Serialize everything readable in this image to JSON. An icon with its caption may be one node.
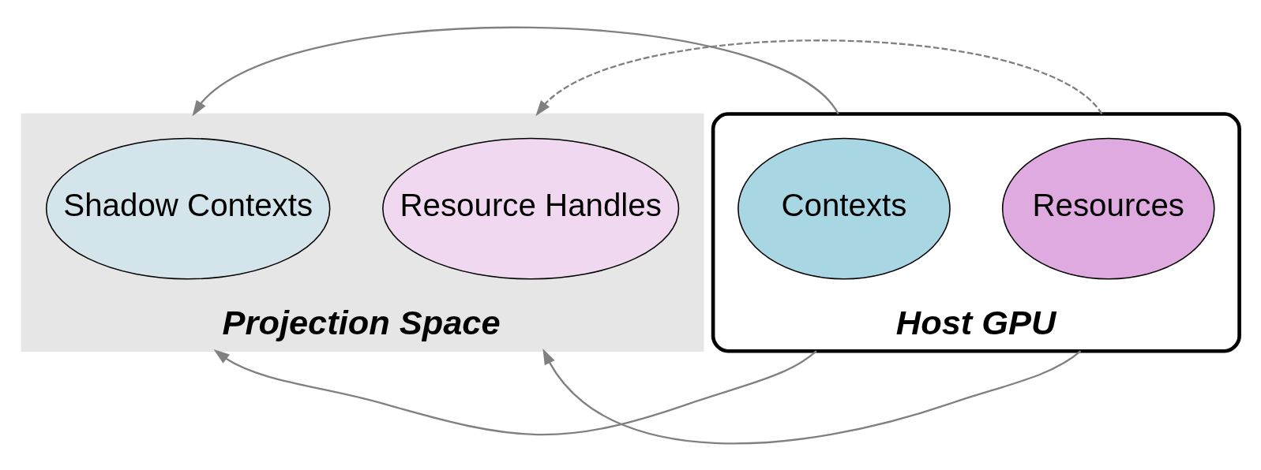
{
  "diagram": {
    "nodes": [
      {
        "text": [
          "Projection Space"
        ]
      },
      {
        "text": [
          "Shadow Contexts"
        ],
        "in": 0
      },
      {
        "text": [
          "Resource Handles"
        ],
        "in": 0
      },
      {
        "text": [
          "Host GPU"
        ]
      },
      {
        "text": [
          "Contexts"
        ],
        "in": 3
      },
      {
        "text": [
          "Resources"
        ],
        "in": 3
      }
    ],
    "edges": [
      {
        "from": 3,
        "to": 0,
        "arrow": "to"
      },
      {
        "from": 3,
        "to": 0,
        "arrow": "to"
      },
      {
        "from": 3,
        "to": 0,
        "arrow": "to",
        "style": "dashed"
      },
      {
        "from": 3,
        "to": 0,
        "arrow": "to"
      }
    ]
  }
}
